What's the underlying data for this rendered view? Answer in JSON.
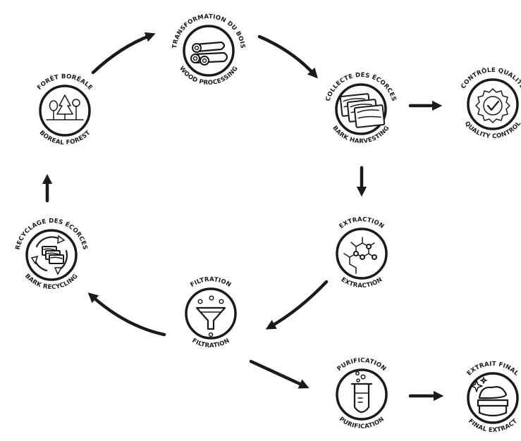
{
  "diagram": {
    "nodes": [
      {
        "id": "boreal-forest",
        "label_fr": "FORÊT BORÉALE",
        "label_en": "BOREAL FOREST",
        "icon": "trees-icon"
      },
      {
        "id": "wood-processing",
        "label_fr": "TRANSFORMATION DU BOIS",
        "label_en": "WOOD PROCESSING",
        "icon": "logs-icon"
      },
      {
        "id": "bark-harvesting",
        "label_fr": "COLLECTE DES ÉCORCES",
        "label_en": "BARK HARVESTING",
        "icon": "bark-pieces-icon"
      },
      {
        "id": "quality-control",
        "label_fr": "CONTRÔLE QUALITÉ",
        "label_en": "QUALITY CONTROL",
        "icon": "quality-badge-icon"
      },
      {
        "id": "extraction",
        "label_fr": "EXTRACTION",
        "label_en": "EXTRACTION",
        "icon": "molecule-icon"
      },
      {
        "id": "filtration",
        "label_fr": "FILTRATION",
        "label_en": "FILTRATION",
        "icon": "funnel-icon"
      },
      {
        "id": "bark-recycling",
        "label_fr": "RECYCLAGE DES ÉCORCES",
        "label_en": "BARK RECYCLING",
        "icon": "recycle-bark-icon"
      },
      {
        "id": "purification",
        "label_fr": "PURIFICATION",
        "label_en": "PURIFICATION",
        "icon": "test-tube-icon"
      },
      {
        "id": "final-extract",
        "label_fr": "EXTRAIT FINAL",
        "label_en": "FINAL EXTRACT",
        "icon": "cream-jar-icon"
      }
    ],
    "edges": [
      {
        "from": "boreal-forest",
        "to": "wood-processing"
      },
      {
        "from": "wood-processing",
        "to": "bark-harvesting"
      },
      {
        "from": "bark-harvesting",
        "to": "quality-control"
      },
      {
        "from": "bark-harvesting",
        "to": "extraction"
      },
      {
        "from": "extraction",
        "to": "filtration"
      },
      {
        "from": "filtration",
        "to": "bark-recycling"
      },
      {
        "from": "bark-recycling",
        "to": "boreal-forest"
      },
      {
        "from": "filtration",
        "to": "purification"
      },
      {
        "from": "purification",
        "to": "final-extract"
      }
    ]
  }
}
